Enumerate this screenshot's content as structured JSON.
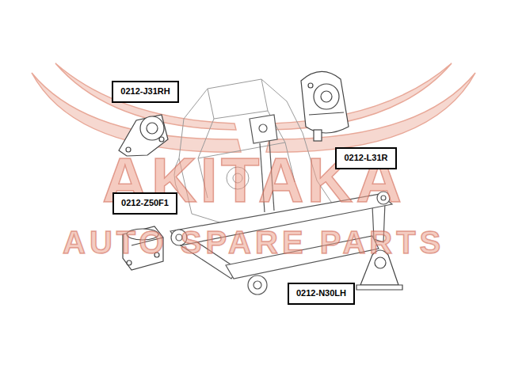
{
  "diagram": {
    "nodes": [
      {
        "text": [
          "0212-J31RH"
        ]
      },
      {
        "text": [
          "0212-L31R"
        ]
      },
      {
        "text": [
          "0212-Z50F1"
        ]
      },
      {
        "text": [
          "0212-N30LH"
        ]
      }
    ],
    "labels": [
      "AKITAKA",
      "AUTO SPARE PARTS"
    ]
  }
}
